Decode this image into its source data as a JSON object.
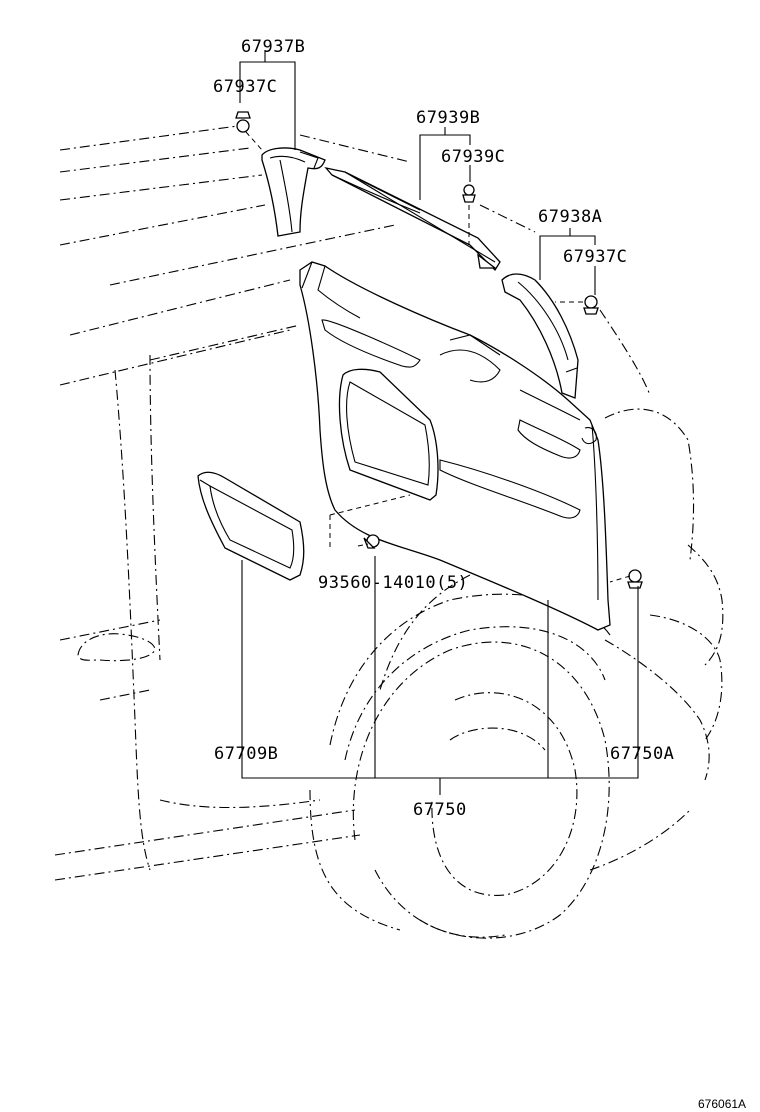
{
  "labels": {
    "p67937B": "67937B",
    "p67937C_top": "67937C",
    "p67939B": "67939B",
    "p67939C": "67939C",
    "p67938A": "67938A",
    "p67937C_right": "67937C",
    "p93560": "93560-14010(5)",
    "p67709B": "67709B",
    "p67750A": "67750A",
    "p67750": "67750"
  },
  "diagram_code": "676061A"
}
